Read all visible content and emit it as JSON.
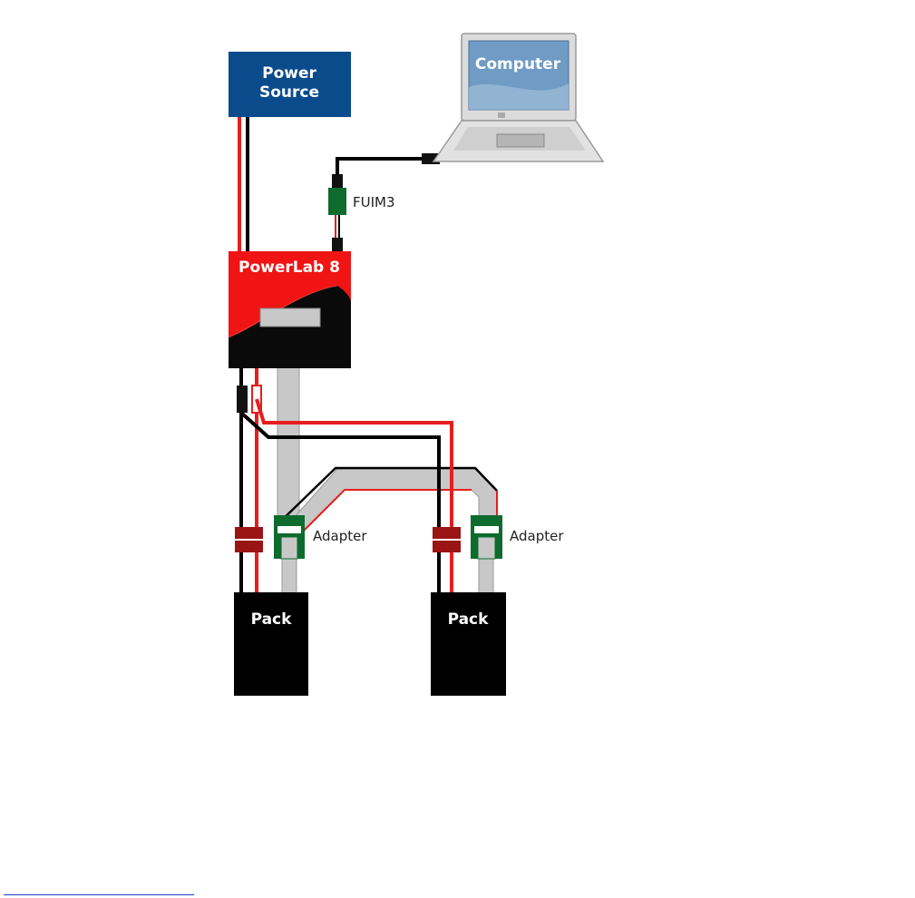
{
  "nodes": {
    "power_source": {
      "line1": "Power",
      "line2": "Source"
    },
    "computer": {
      "label": "Computer"
    },
    "fuim": {
      "label": "FUIM3"
    },
    "powerlab": {
      "label": "PowerLab 8"
    },
    "adapter_left": {
      "label": "Adapter"
    },
    "adapter_right": {
      "label": "Adapter"
    },
    "pack_left": {
      "label": "Pack"
    },
    "pack_right": {
      "label": "Pack"
    }
  },
  "colors": {
    "power_source_fill": "#0a4b8c",
    "powerlab_red": "#f01414",
    "powerlab_black": "#0a0a0a",
    "wire_red": "#e61e1e",
    "wire_black": "#000000",
    "ribbon_gray": "#c8c8c8",
    "connector_green": "#0d6b2e",
    "connector_darkred": "#9a1414",
    "pack_fill": "#000000",
    "laptop_body": "#dcdcdc",
    "laptop_screen": "#6f9bc4"
  }
}
